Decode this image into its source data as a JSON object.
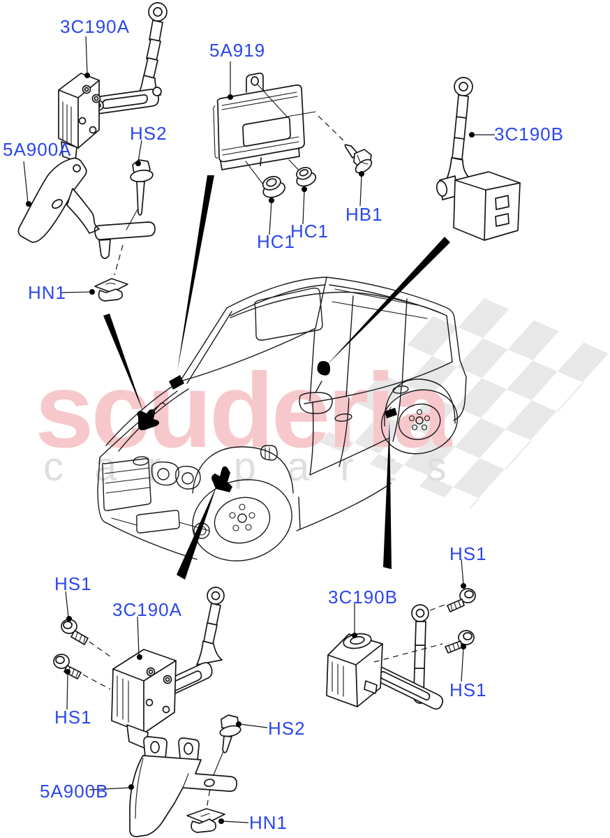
{
  "watermark": {
    "brand": "scuderia",
    "tagline": "car parts"
  },
  "colors": {
    "label_blue": "#2a46ee",
    "line_black": "#151515",
    "watermark_pink": "#f6c8cc",
    "watermark_gray": "#dedede",
    "checker_gray": "#dadada",
    "background": "#ffffff"
  },
  "labels": [
    {
      "ref": "3C190A"
    },
    {
      "ref": "5A919"
    },
    {
      "ref": "3C190B"
    },
    {
      "ref": "5A900A"
    },
    {
      "ref": "HS2"
    },
    {
      "ref": "HC1"
    },
    {
      "ref": "HC1"
    },
    {
      "ref": "HB1"
    },
    {
      "ref": "HN1"
    },
    {
      "ref": "HS1"
    },
    {
      "ref": "3C190A"
    },
    {
      "ref": "HS1"
    },
    {
      "ref": "HS2"
    },
    {
      "ref": "5A900B"
    },
    {
      "ref": "HN1"
    },
    {
      "ref": "3C190B"
    },
    {
      "ref": "HS1"
    },
    {
      "ref": "HS1"
    }
  ]
}
